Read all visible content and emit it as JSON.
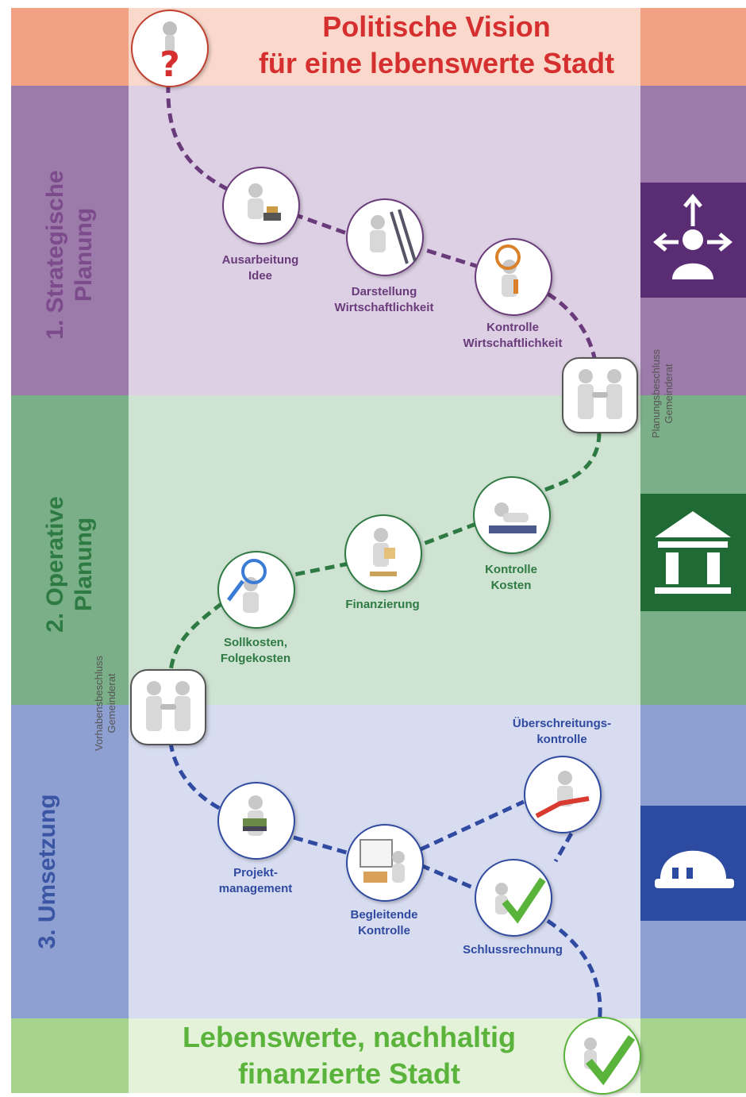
{
  "header": {
    "line1": "Politische Vision",
    "line2": "für eine lebenswerte Stadt"
  },
  "footer": {
    "line1": "Lebenswerte, nachhaltig",
    "line2": "finanzierte Stadt"
  },
  "phases": [
    {
      "label": "1.  Strategische\nPlanung",
      "color": "#7b4b8b"
    },
    {
      "label": "2.  Operative\nPlanung",
      "color": "#2e7a43"
    },
    {
      "label": "3.  Umsetzung",
      "color": "#3a55a4"
    }
  ],
  "steps": {
    "ausarbeitung": "Ausarbeitung\nIdee",
    "darstellung": "Darstellung\nWirtschaftlichkeit",
    "kontrolle_wirtschaft": "Kontrolle\nWirtschaftlichkeit",
    "kontrolle_kosten": "Kontrolle\nKosten",
    "finanzierung": "Finanzierung",
    "sollkosten": "Sollkosten,\nFolgekosten",
    "ueberschreitung": "Überschreitungs-\nkontrolle",
    "projektmanagement": "Projekt-\nmanagement",
    "begleitende": "Begleitende\nKontrolle",
    "schlussrechnung": "Schlussrechnung"
  },
  "decisions": {
    "planungsbeschluss": "Planungsbeschluss\nGemeinderat",
    "vorhabensbeschluss": "Vorhabensbeschluss\nGemeinderat"
  },
  "icons": [
    "strategy-person-icon",
    "government-building-icon",
    "hard-hat-icon"
  ],
  "colors": {
    "header_text": "#d62f2f",
    "footer_text": "#5ab33a",
    "strategic_path": "#6a3b7b",
    "operative_path": "#2e7a43",
    "execution_path": "#2f4aa0"
  }
}
